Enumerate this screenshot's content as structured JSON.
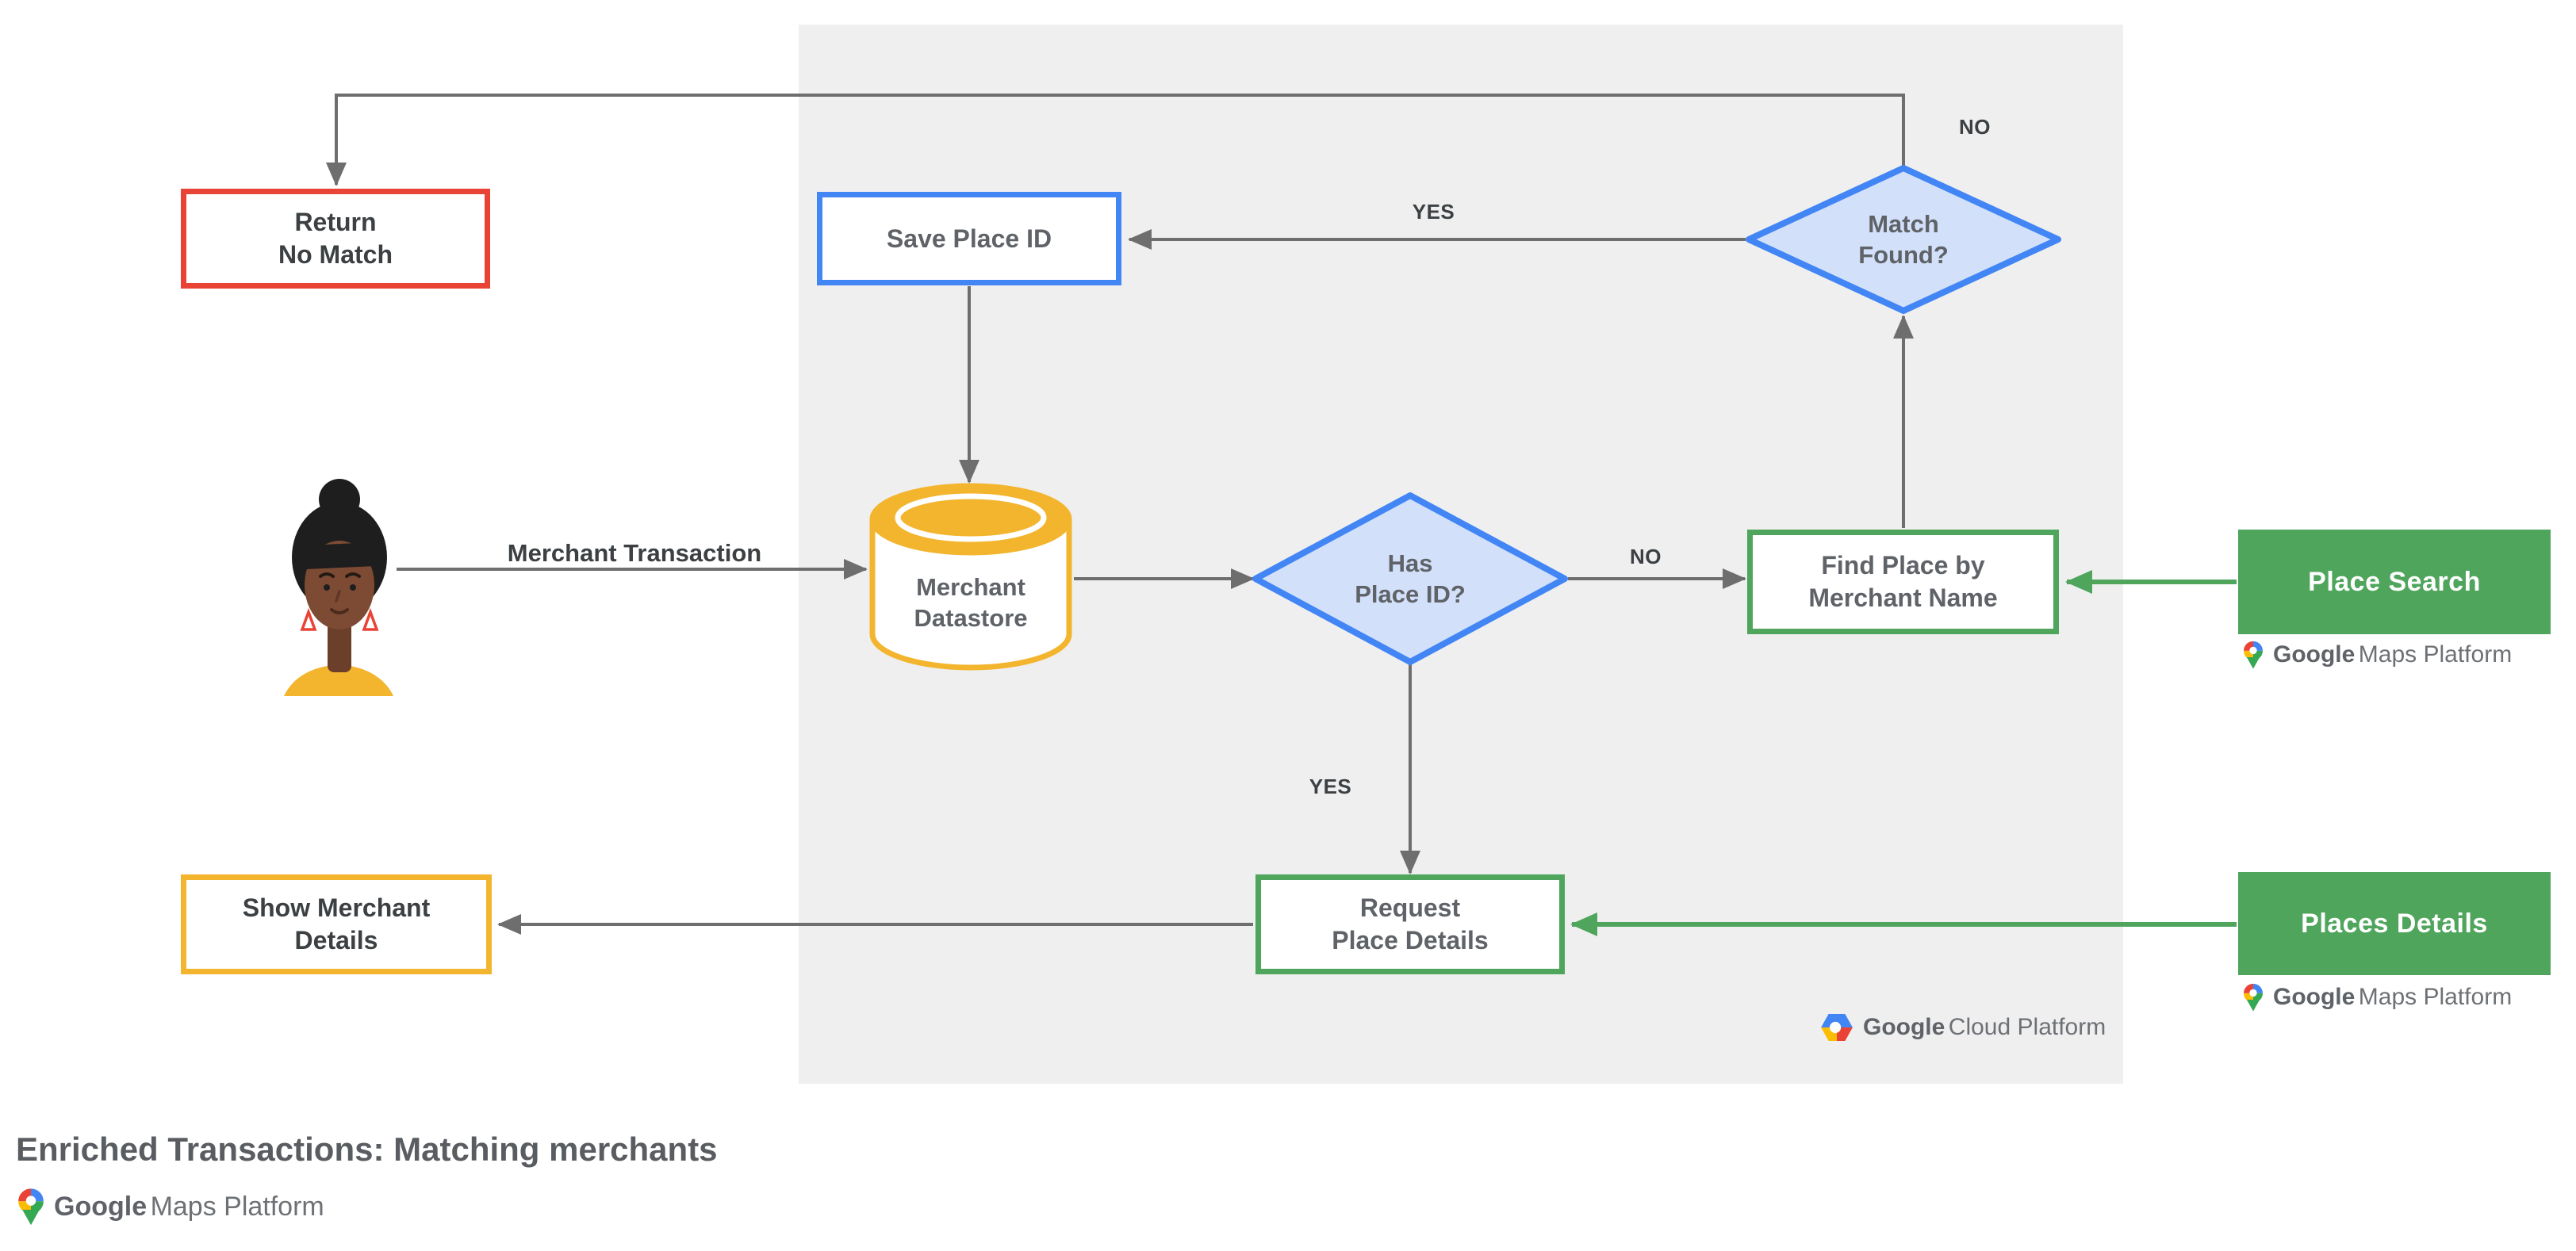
{
  "title": "Enriched Transactions: Matching merchants",
  "colors": {
    "red": "#E94335",
    "blue": "#4285F4",
    "blue_fill": "#D2E0FA",
    "yellow": "#F3B52E",
    "green": "#4FA55C",
    "line": "#6E6E6E",
    "text_dark": "#3C4043",
    "text_gray": "#5F6368",
    "panel": "#EFEFEF",
    "g_blue": "#4285F4",
    "g_red": "#EA4335",
    "g_yellow": "#FBBC04",
    "g_green": "#34A853"
  },
  "nodes": {
    "return_no_match": {
      "label": "Return\nNo Match"
    },
    "save_place_id": {
      "label": "Save Place ID"
    },
    "match_found": {
      "label": "Match\nFound?"
    },
    "merchant_datastore": {
      "label": "Merchant\nDatastore"
    },
    "has_place_id": {
      "label": "Has\nPlace ID?"
    },
    "find_place": {
      "label": "Find Place by\nMerchant Name"
    },
    "place_search": {
      "label": "Place Search"
    },
    "request_place_details": {
      "label": "Request\nPlace Details"
    },
    "places_details": {
      "label": "Places Details"
    },
    "show_merchant_details": {
      "label": "Show Merchant\nDetails"
    }
  },
  "edges": {
    "no_top": "NO",
    "yes_save": "YES",
    "merchant_transaction": "Merchant Transaction",
    "no_find": "NO",
    "yes_request": "YES"
  },
  "logos": {
    "gmp": {
      "brand": "Google",
      "product": "Maps Platform"
    },
    "gcp": {
      "brand": "Google",
      "product": "Cloud Platform"
    }
  }
}
